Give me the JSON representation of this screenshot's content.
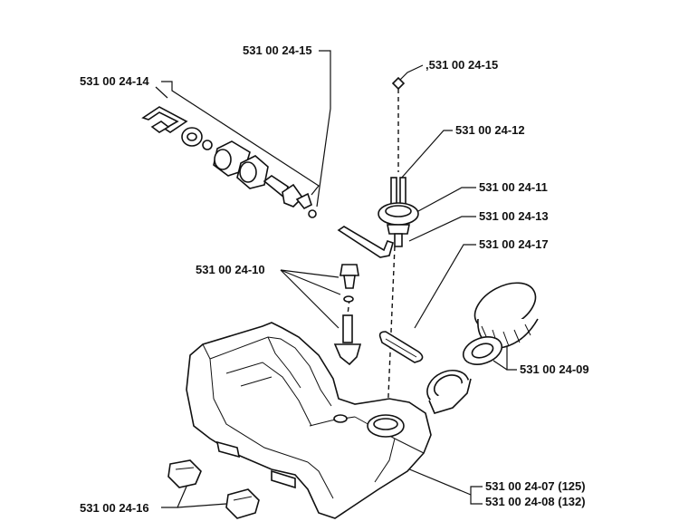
{
  "labels": {
    "p14": "531 00 24-14",
    "p15a": "531 00 24-15",
    "p15b": ",531 00 24-15",
    "p12": "531 00 24-12",
    "p11": "531 00 24-11",
    "p13": "531 00 24-13",
    "p17": "531 00 24-17",
    "p10": "531 00 24-10",
    "p09": "531 00 24-09",
    "p07": "531 00 24-07 (125)",
    "p08": "531 00 24-08 (132)",
    "p16": "531 00 24-16"
  }
}
